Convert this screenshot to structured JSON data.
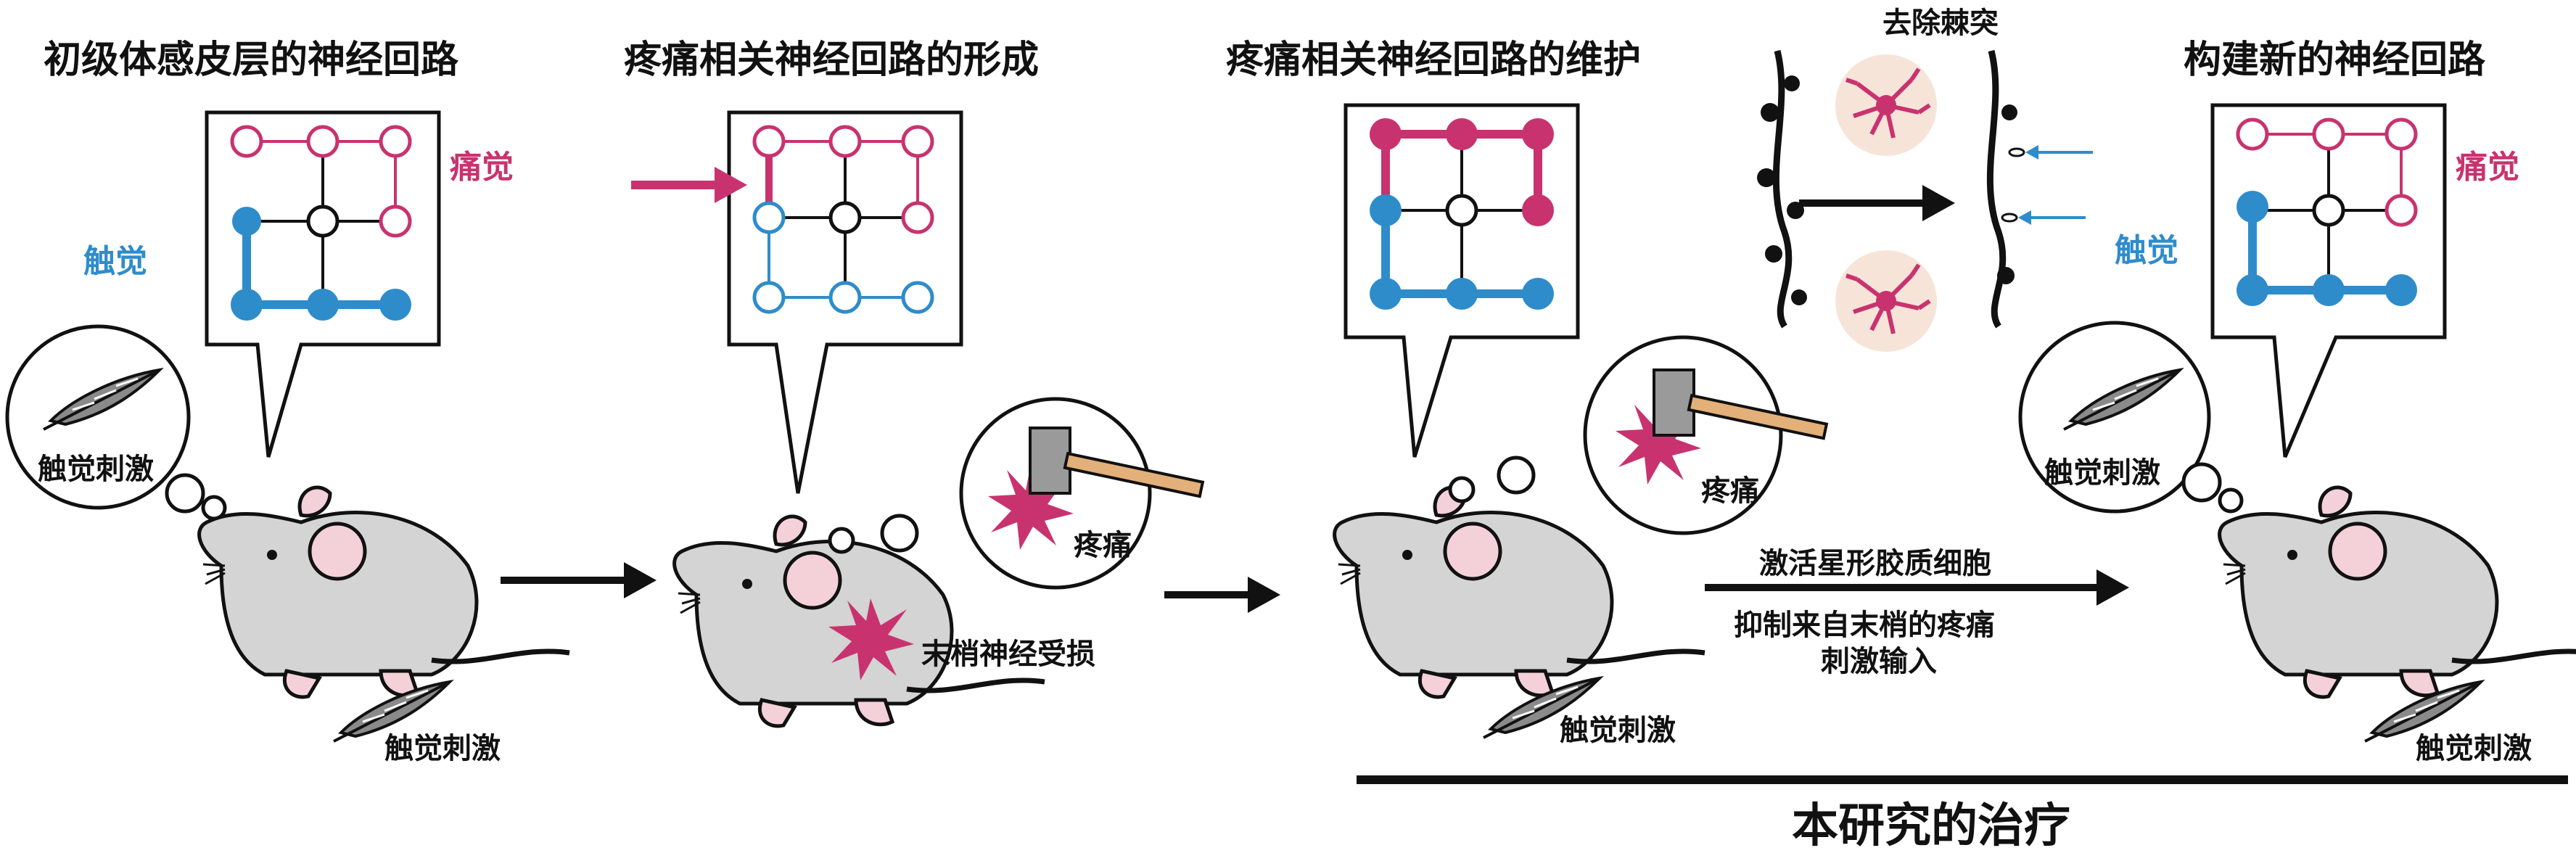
{
  "panels": {
    "p1": {
      "title": "初级体感皮层的神经回路",
      "pain_label": "痛觉",
      "touch_label": "触觉",
      "bubble_label": "触觉刺激",
      "ground_label": "触觉刺激"
    },
    "p2": {
      "title": "疼痛相关神经回路的形成",
      "bubble_label": "疼痛",
      "injury_label": "末梢神经受损"
    },
    "p3": {
      "title": "疼痛相关神经回路的维护",
      "bubble_label": "疼痛",
      "ground_label": "触觉刺激"
    },
    "p4": {
      "spine_title": "去除棘突",
      "step1": "激活星形胶质细胞",
      "step2_line1": "抑制来自末梢的疼痛",
      "step2_line2": "刺激输入"
    },
    "p5": {
      "title": "构建新的神经回路",
      "pain_label": "痛觉",
      "touch_label": "触觉",
      "bubble_label": "触觉刺激",
      "ground_label": "触觉刺激"
    }
  },
  "treatment_label": "本研究的治疗",
  "colors": {
    "touch": "#2e8ccb",
    "pain": "#c8336f",
    "mouse": "#d4d4d4"
  },
  "icons": [
    "feather-icon",
    "hammer-icon",
    "pain-burst-icon",
    "astrocyte-icon",
    "dendrite-icon",
    "mouse-icon",
    "arrow-icon"
  ]
}
